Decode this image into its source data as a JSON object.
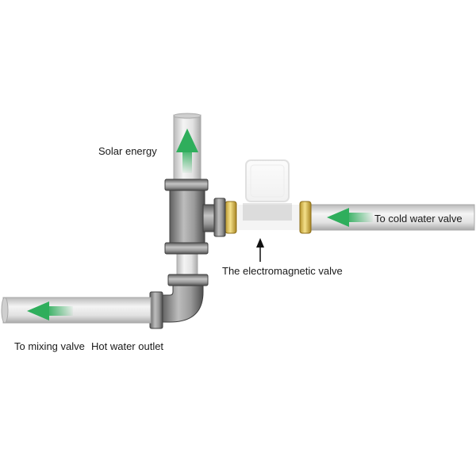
{
  "labels": {
    "solar_energy": "Solar energy",
    "cold_water_valve": "To cold water valve",
    "electromagnetic_valve": "The electromagnetic valve",
    "mixing_valve": "To mixing valve",
    "hot_water_outlet": "Hot water outlet"
  },
  "colors": {
    "flow_arrow": "#2fae5c",
    "pipe": "#dcdcdc",
    "fitting": "#8a8a8a",
    "brass_ring": "#e7c95a"
  },
  "icons": {
    "flow_up": "arrow-up-icon",
    "flow_left": "arrow-left-icon",
    "pointer": "arrow-up-thin-icon"
  }
}
